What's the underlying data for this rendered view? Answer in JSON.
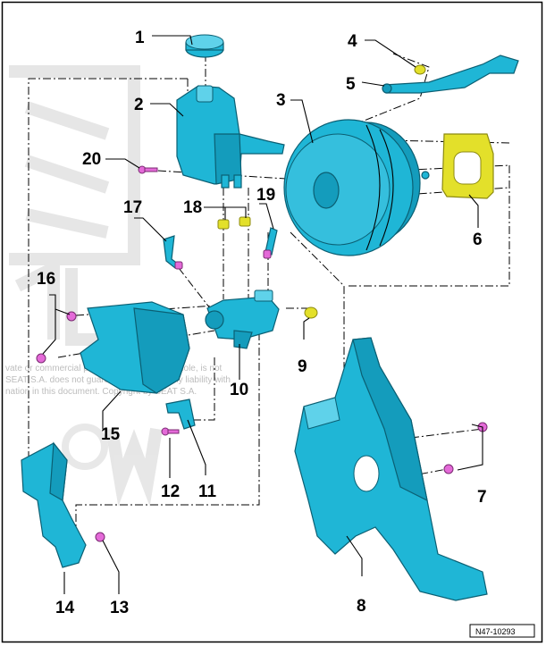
{
  "diagram": {
    "callouts": [
      "1",
      "2",
      "3",
      "4",
      "5",
      "6",
      "7",
      "8",
      "9",
      "10",
      "11",
      "12",
      "13",
      "14",
      "15",
      "16",
      "17",
      "18",
      "19",
      "20"
    ],
    "reference": "N47-10293",
    "watermark": [
      "vate or commercial purposes, in part or in whole, is not",
      "SEAT S.A. does not guarantee or accept any liability with",
      "nation in this document. Copyright by SEAT S.A."
    ],
    "colors": {
      "part": "#1fb6d6",
      "gasket": "#e3e02a",
      "bolt": "#e46ad8"
    }
  }
}
